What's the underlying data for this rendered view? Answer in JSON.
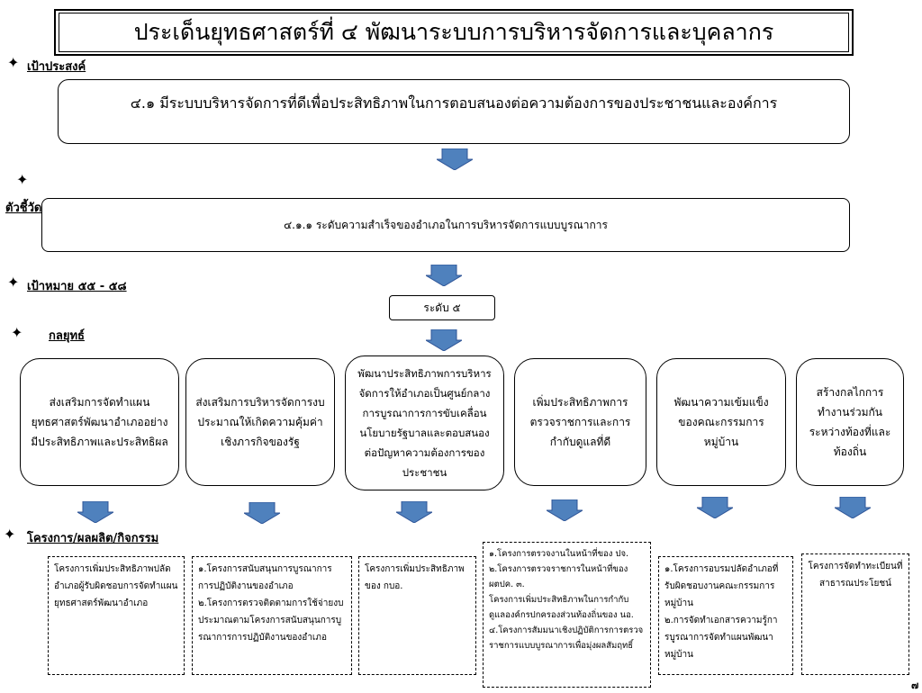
{
  "title": "ประเด็นยุทธศาสตร์ที่ ๔ พัฒนาระบบการบริหารจัดการและบุคลากร",
  "sections": {
    "objective": "เป้าประสงค์",
    "indicator": "ตัวชี้วัด",
    "target": "เป้าหมาย ๕๕ - ๕๘",
    "strategy": "กลยุทธ์",
    "projects": "โครงการ/ผลผลิต/กิจกรรม"
  },
  "star_glyph": "✦",
  "objective_text": "๔.๑ มีระบบบริหารจัดการที่ดีเพื่อประสิทธิภาพในการตอบสนองต่อความต้องการของประชาชนและองค์การ",
  "indicator_text": "๔.๑.๑ ระดับความสำเร็จของอำเภอในการบริหารจัดการแบบบูรณาการ",
  "target_level": "ระดับ ๕",
  "strategies": [
    "ส่งเสริมการจัดทำแผนยุทธศาสตร์พัฒนาอำเภออย่างมีประสิทธิภาพและประสิทธิผล",
    "ส่งเสริมการบริหารจัดการงบประมาณให้เกิดความคุ้มค่าเชิงภารกิจของรัฐ",
    "พัฒนาประสิทธิภาพการบริหารจัดการให้อำเภอเป็นศูนย์กลางการบูรณาการการขับเคลื่อนนโยบายรัฐบาลและตอบสนองต่อปัญหาความต้องการของประชาชน",
    "เพิ่มประสิทธิภาพการตรวจราชการและการกำกับดูแลที่ดี",
    "พัฒนาความเข้มแข็งของคณะกรรมการหมู่บ้าน",
    "สร้างกลไกการทำงานร่วมกันระหว่างท้องที่และท้องถิ่น"
  ],
  "projects": [
    "โครงการเพิ่มประสิทธิภาพปลัดอำเภอผู้รับผิดชอบการจัดทำแผนยุทธศาสตร์พัฒนาอำเภอ",
    "๑.โครงการสนับสนุนการบูรณาการการปฏิบัติงานของอำเภอ\n๒.โครงการตรวจติดตามการใช้จ่ายงบประมาณตามโครงการสนับสนุนการบูรณาการการปฏิบัติงานของอำเภอ",
    "โครงการเพิ่มประสิทธิภาพของ กบอ.",
    "๑.โครงการตรวจงานในหน้าที่ของ ปจ.\n๒.โครงการตรวจราชการในหน้าที่ของ ผตปค. ๓.\nโครงการเพิ่มประสิทธิภาพในการกำกับดูแลองค์กรปกครองส่วนท้องถิ่นของ นอ.\n๔.โครงการสัมมนาเชิงปฏิบัติการการตรวจราชการแบบบูรณาการเพื่อมุ่งผลสัมฤทธิ์",
    "๑.โครงการอบรมปลัดอำเภอที่รับผิดชอบงานคณะกรรมการหมู่บ้าน\n๒.การจัดทำเอกสารความรู้การบูรณาการจัดทำแผนพัฒนาหมู่บ้าน",
    "โครงการจัดทำทะเบียนที่สาธารณประโยชน์"
  ],
  "page_number": "๗",
  "colors": {
    "arrow_fill": "#4f81bd",
    "arrow_stroke": "#2f5597",
    "border": "#000000"
  }
}
